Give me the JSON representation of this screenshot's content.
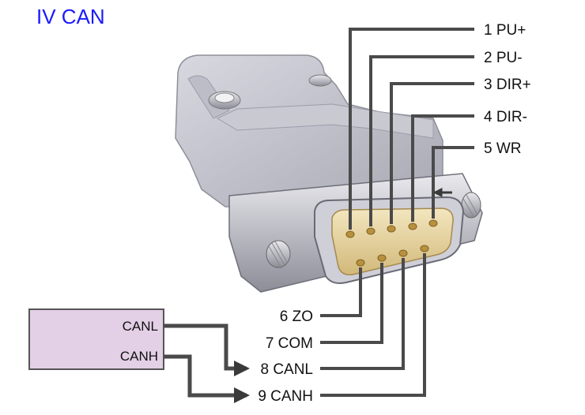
{
  "title": "IV CAN",
  "pins_top": [
    {
      "number": "1",
      "signal": "PU+"
    },
    {
      "number": "2",
      "signal": "PU-"
    },
    {
      "number": "3",
      "signal": "DIR+"
    },
    {
      "number": "4",
      "signal": "DIR-"
    },
    {
      "number": "5",
      "signal": "WR"
    }
  ],
  "pins_bottom": [
    {
      "number": "6",
      "signal": "ZO"
    },
    {
      "number": "7",
      "signal": "COM"
    },
    {
      "number": "8",
      "signal": "CANL"
    },
    {
      "number": "9",
      "signal": "CANH"
    }
  ],
  "device": {
    "labels": [
      "CANL",
      "CANH"
    ],
    "fill_color": "#e3cfe6",
    "border_color": "#555555"
  },
  "colors": {
    "title": "#1a1aff",
    "wire": "#4a4a4a",
    "arrow": "#3a3a3a"
  }
}
